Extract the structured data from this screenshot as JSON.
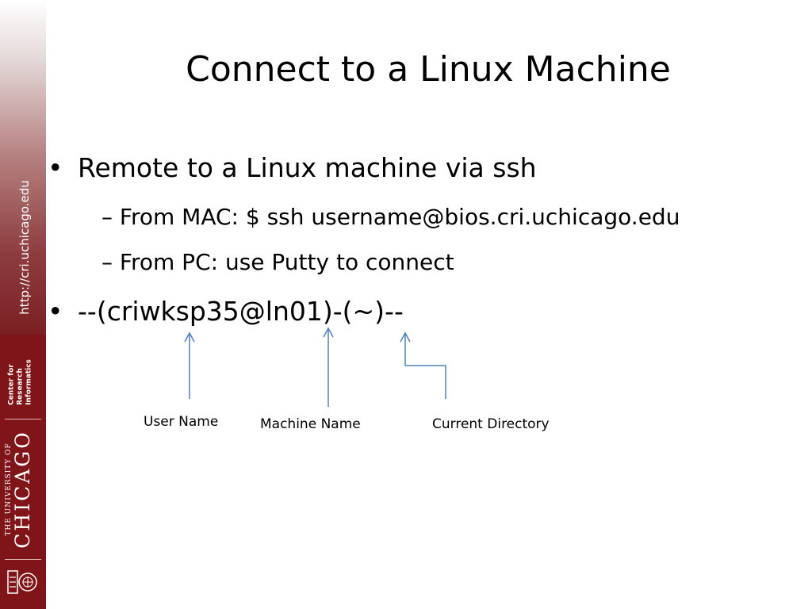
{
  "sidebar": {
    "url": "http://cri.uchicago.edu",
    "center_lines": [
      "Center for",
      "Research",
      "Informatics"
    ],
    "university_small": "THE UNIVERSITY OF",
    "university_big": "CHICAGO"
  },
  "slide": {
    "title": "Connect to a Linux Machine",
    "bullets": [
      {
        "marker": "•",
        "text": "Remote to a Linux machine via ssh"
      },
      {
        "marker": "•",
        "text": "--(criwksp35@ln01)-(~)--"
      }
    ],
    "subbullets": [
      {
        "marker": "–",
        "text": "From MAC: $ ssh username@bios.cri.uchicago.edu"
      },
      {
        "marker": "–",
        "text": "From PC: use Putty to connect"
      }
    ],
    "labels": {
      "user_name": "User Name",
      "machine_name": "Machine Name",
      "current_directory": "Current Directory"
    }
  },
  "colors": {
    "maroon": "#7f1518",
    "arrow": "#4f81bd"
  }
}
